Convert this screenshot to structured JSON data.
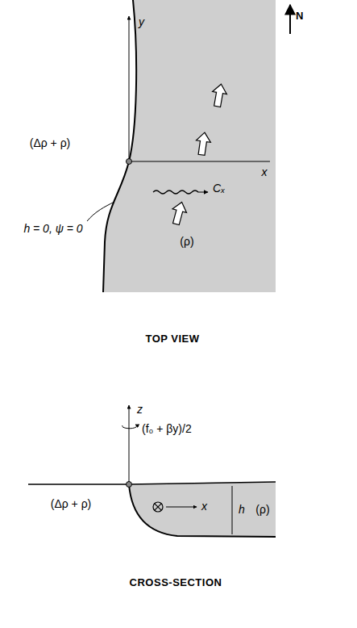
{
  "diagram": {
    "labels": [
      "y",
      "N",
      "(Δρ + ρ)",
      "x",
      "h = 0, ψ = 0",
      "Cₓ",
      "(ρ)",
      "TOP VIEW",
      "z",
      "(f₀ + βy)/2",
      "(Δρ + ρ)",
      "x",
      "h",
      "(ρ)",
      "CROSS-SECTION"
    ]
  }
}
